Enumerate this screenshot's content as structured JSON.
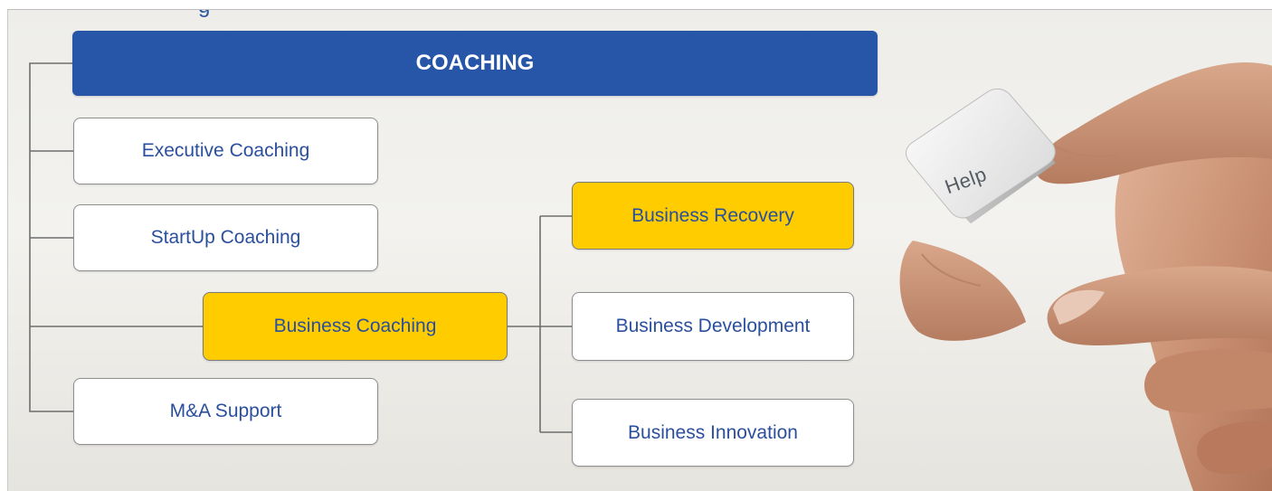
{
  "page": {
    "title_partial": "g"
  },
  "diagram": {
    "root": "COACHING",
    "services": [
      "Executive Coaching",
      "StartUp Coaching",
      "Business Coaching",
      "M&A Support"
    ],
    "business_coaching_children": [
      "Business Recovery",
      "Business Development",
      "Business Innovation"
    ]
  },
  "image": {
    "key_label": "Help"
  },
  "colors": {
    "header_bar": "#2756a8",
    "highlight": "#ffcc00",
    "node_text": "#2a4f9c",
    "connector": "#6e6e6e"
  }
}
